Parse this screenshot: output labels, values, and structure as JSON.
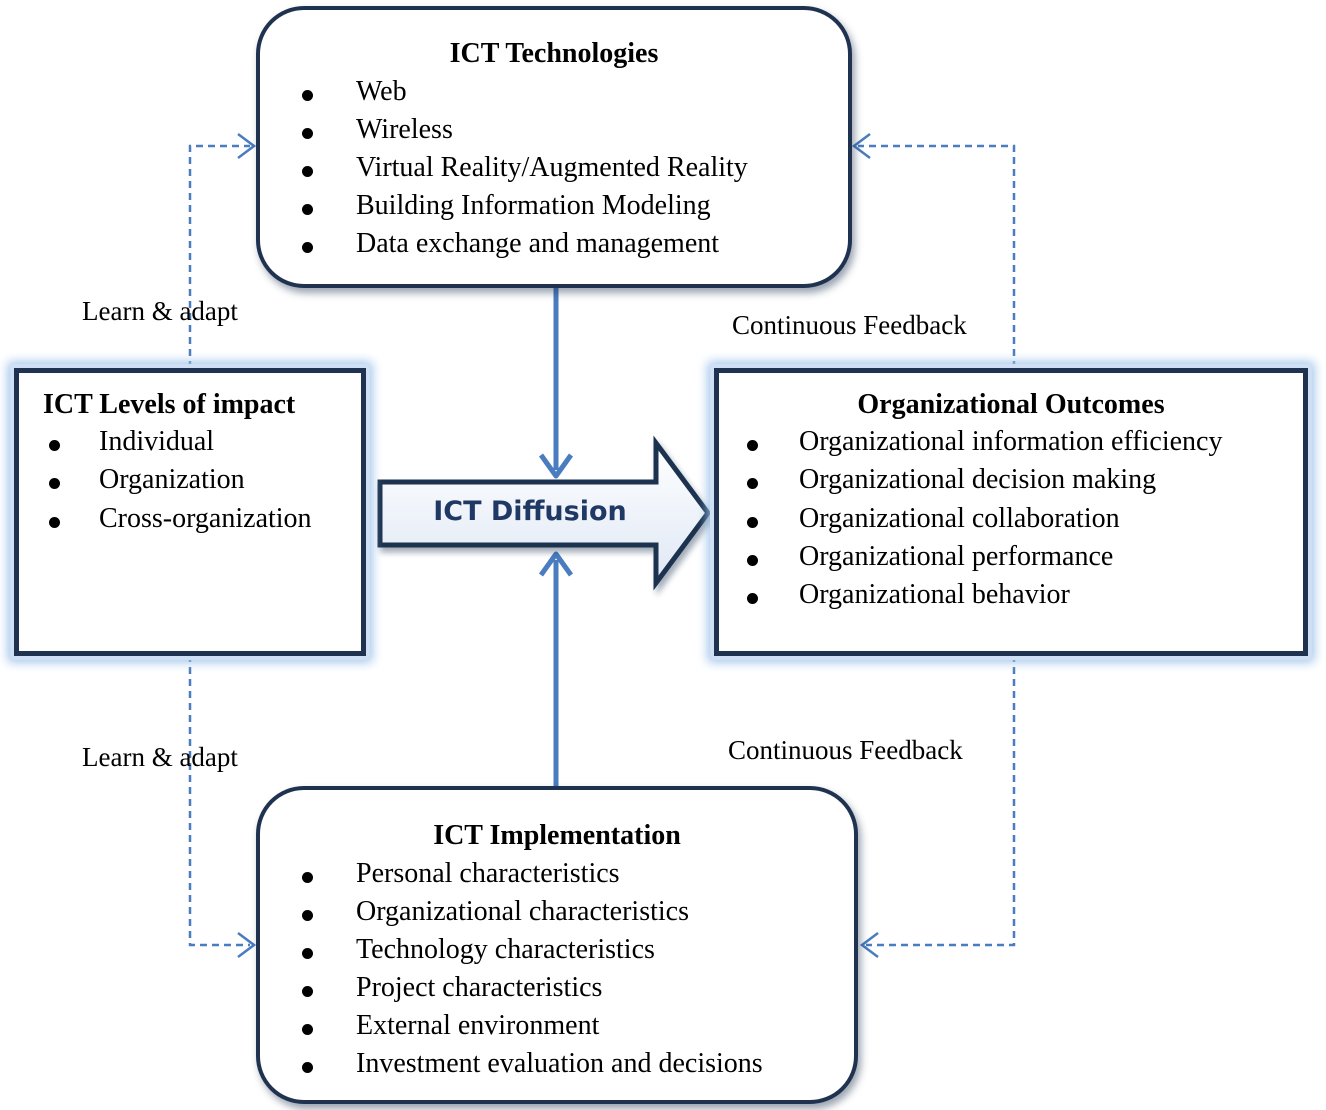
{
  "technologies": {
    "title": "ICT Technologies",
    "items": [
      "Web",
      "Wireless",
      "Virtual Reality/Augmented Reality",
      "Building Information Modeling",
      "Data exchange and management"
    ]
  },
  "levels": {
    "title": "ICT Levels of impact",
    "items": [
      "Individual",
      "Organization",
      "Cross-organization"
    ]
  },
  "outcomes": {
    "title": "Organizational Outcomes",
    "items": [
      "Organizational information efficiency",
      "Organizational decision making",
      "Organizational collaboration",
      "Organizational performance",
      "Organizational behavior"
    ]
  },
  "implementation": {
    "title": "ICT Implementation",
    "items": [
      "Personal characteristics",
      "Organizational characteristics",
      "Technology characteristics",
      "Project characteristics",
      "External environment",
      "Investment evaluation and decisions"
    ]
  },
  "diffusion": {
    "label": "ICT Diffusion"
  },
  "connectors": {
    "learn_top": "Learn & adapt",
    "learn_bottom": "Learn & adapt",
    "feedback_top": "Continuous Feedback",
    "feedback_bottom": "Continuous Feedback"
  },
  "colors": {
    "box_border": "#1f3350",
    "arrow_blue": "#4a7cc0",
    "glow": "#9cc2ea",
    "diffusion_text": "#1f3864"
  }
}
